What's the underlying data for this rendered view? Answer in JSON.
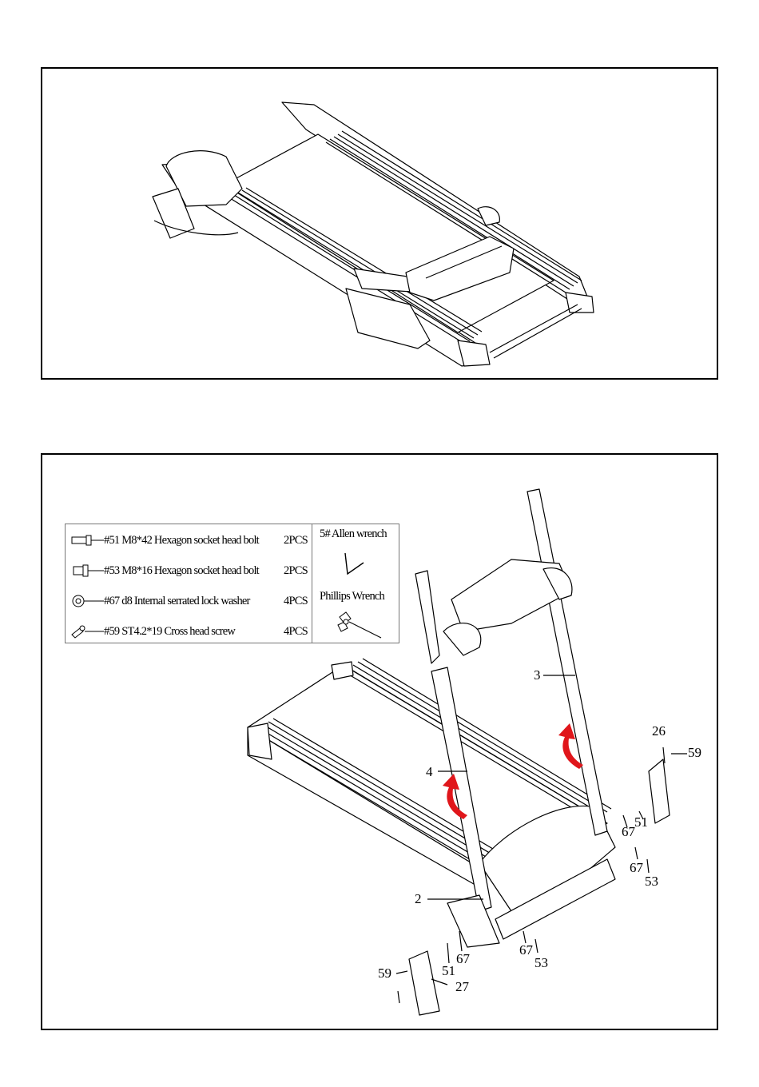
{
  "parts": [
    {
      "code": "#51",
      "desc": "M8*42 Hexagon socket head bolt",
      "qty": "2PCS",
      "icon": "hex-bolt-long-icon"
    },
    {
      "code": "#53",
      "desc": "M8*16 Hexagon socket head bolt",
      "qty": "2PCS",
      "icon": "hex-bolt-short-icon"
    },
    {
      "code": "#67",
      "desc": "d8 Internal serrated lock washer",
      "qty": "4PCS",
      "icon": "lock-washer-icon"
    },
    {
      "code": "#59",
      "desc": "ST4.2*19 Cross head screw",
      "qty": "4PCS",
      "icon": "cross-screw-icon"
    }
  ],
  "tools": [
    {
      "name": "5# Allen wrench",
      "icon": "allen-wrench-icon"
    },
    {
      "name": "Phillips Wrench",
      "icon": "phillips-wrench-icon"
    }
  ],
  "callouts": {
    "c3": "3",
    "c4": "4",
    "c2": "2",
    "c26": "26",
    "c59a": "59",
    "c59b": "59",
    "c51a": "51",
    "c51b": "51",
    "c67a": "67",
    "c67b": "67",
    "c67c": "67",
    "c67d": "67",
    "c53a": "53",
    "c53b": "53",
    "c27": "27"
  },
  "colors": {
    "arrow": "#e0161b",
    "line": "#000000"
  }
}
